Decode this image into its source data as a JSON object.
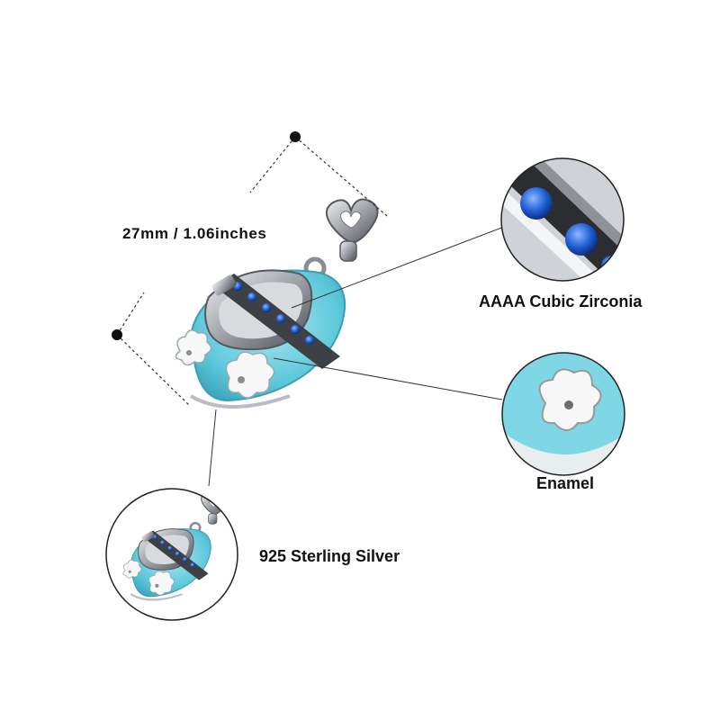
{
  "labels": {
    "dimension": "27mm / 1.06inches",
    "cubic_zirconia": "AAAA Cubic Zirconia",
    "enamel": "Enamel",
    "sterling_silver": "925 Sterling Silver"
  },
  "colors": {
    "enamel_blue": "#5ec9dc",
    "enamel_light": "#aee6ef",
    "stone_blue": "#1f5fd6",
    "silver": "#b9bcc2",
    "silver_dark": "#4a4d52",
    "flower_white": "#f7f7f7",
    "text": "#111111"
  }
}
